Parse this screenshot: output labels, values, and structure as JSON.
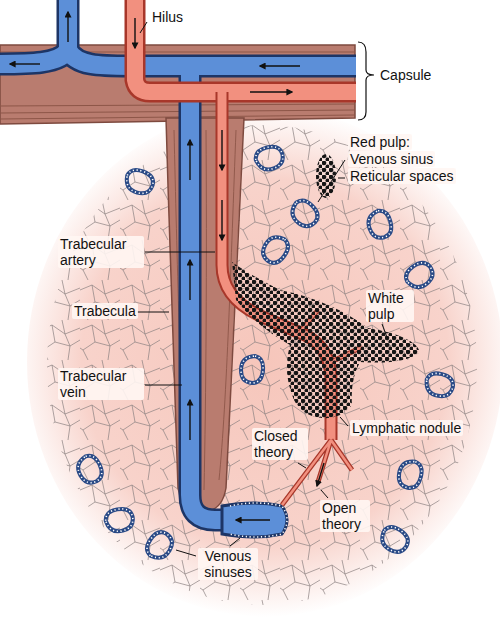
{
  "diagram": {
    "labels": [
      "Hilus",
      "Capsule",
      "Red pulp:",
      "Venous sinus",
      "Reticular spaces",
      "Trabecular artery",
      "Trabecula",
      "White pulp",
      "Trabecular vein",
      "Closed theory",
      "Lymphatic nodule",
      "Open theory",
      "Venous sinuses"
    ]
  }
}
